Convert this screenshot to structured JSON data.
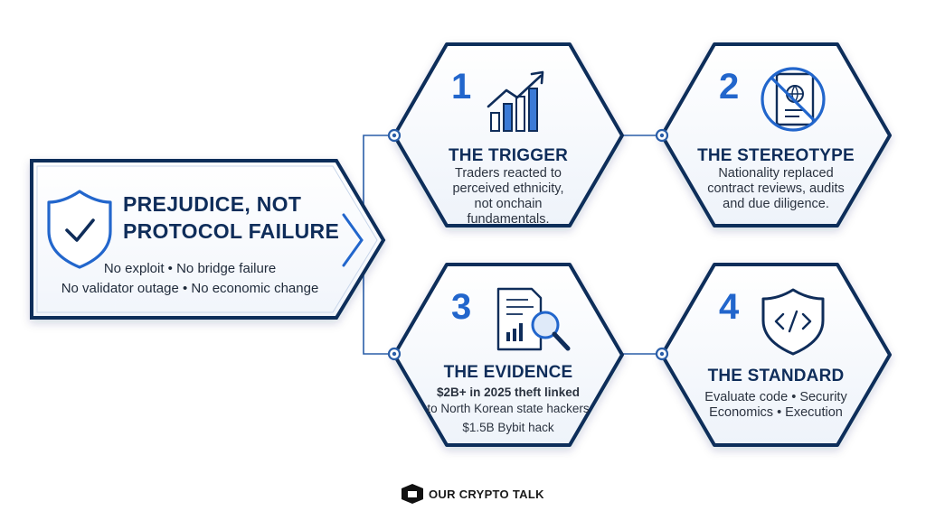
{
  "main": {
    "title_line1": "PREJUDICE, NOT",
    "title_line2": "PROTOCOL FAILURE",
    "sub_line1": "No exploit • No bridge failure",
    "sub_line2": "No validator outage • No economic change",
    "icon": "shield-check-icon"
  },
  "cards": [
    {
      "number": "1",
      "title": "THE TRIGGER",
      "lines": [
        "Traders reacted to",
        "perceived ethnicity,",
        "not onchain",
        "fundamentals."
      ],
      "icon": "rising-bar-chart-icon"
    },
    {
      "number": "2",
      "title": "THE STEREOTYPE",
      "lines": [
        "Nationality replaced",
        "contract reviews, audits",
        "and due diligence."
      ],
      "icon": "crossed-passport-icon"
    },
    {
      "number": "3",
      "title": "THE EVIDENCE",
      "lines": [
        "$2B+ in 2025 theft linked",
        "to North Korean state hackers",
        "$1.5B Bybit hack"
      ],
      "icon": "document-magnifier-icon"
    },
    {
      "number": "4",
      "title": "THE STANDARD",
      "lines": [
        "Evaluate code • Security",
        "Economics • Execution"
      ],
      "icon": "code-shield-icon"
    }
  ],
  "footer": {
    "brand": "OUR CRYPTO TALK",
    "icon": "brand-logo-icon"
  },
  "colors": {
    "navy": "#0f2d5a",
    "accent": "#2266cc",
    "text": "#1f2a3a"
  }
}
